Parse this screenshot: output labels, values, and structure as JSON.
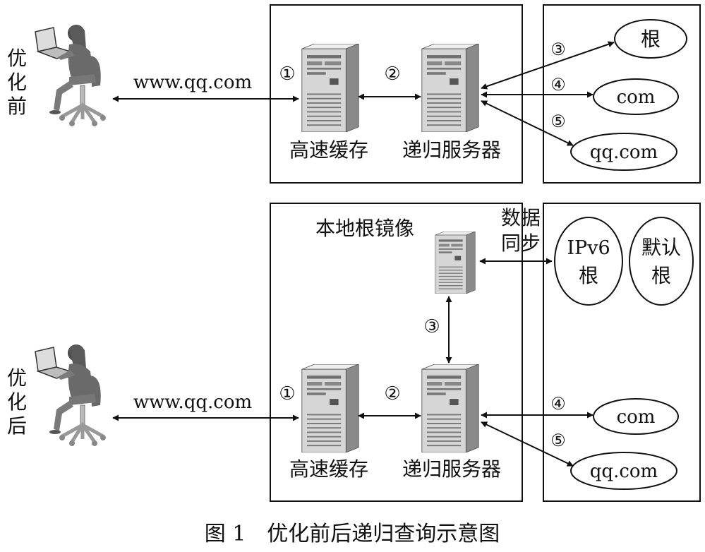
{
  "top": {
    "side_label": [
      "优",
      "化",
      "前"
    ],
    "domain_label": "www.qq.com",
    "step_labels": [
      "①",
      "②",
      "③",
      "④",
      "⑤"
    ],
    "cache_label": "高速缓存",
    "recursive_label": "递归服务器",
    "root_node": "根",
    "com_node": "com",
    "qq_node": "qq.com"
  },
  "bottom": {
    "side_label": [
      "优",
      "化",
      "后"
    ],
    "domain_label": "www.qq.com",
    "mirror_label": "本地根镜像",
    "sync_label": [
      "数据",
      "同步"
    ],
    "step_labels": [
      "①",
      "②",
      "③",
      "④",
      "⑤"
    ],
    "cache_label": "高速缓存",
    "recursive_label": "递归服务器",
    "ipv6_root": [
      "IPv6",
      "根"
    ],
    "default_root": [
      "默认",
      "根"
    ],
    "com_node": "com",
    "qq_node": "qq.com"
  },
  "caption": "图 1　优化前后递归查询示意图",
  "colors": {
    "line": "#111111",
    "server_front": "#d6d6d6",
    "server_side": "#8a8a8a",
    "server_top": "#efefef",
    "figure_dark": "#6a6a6a",
    "figure_light": "#b8b8b8"
  }
}
